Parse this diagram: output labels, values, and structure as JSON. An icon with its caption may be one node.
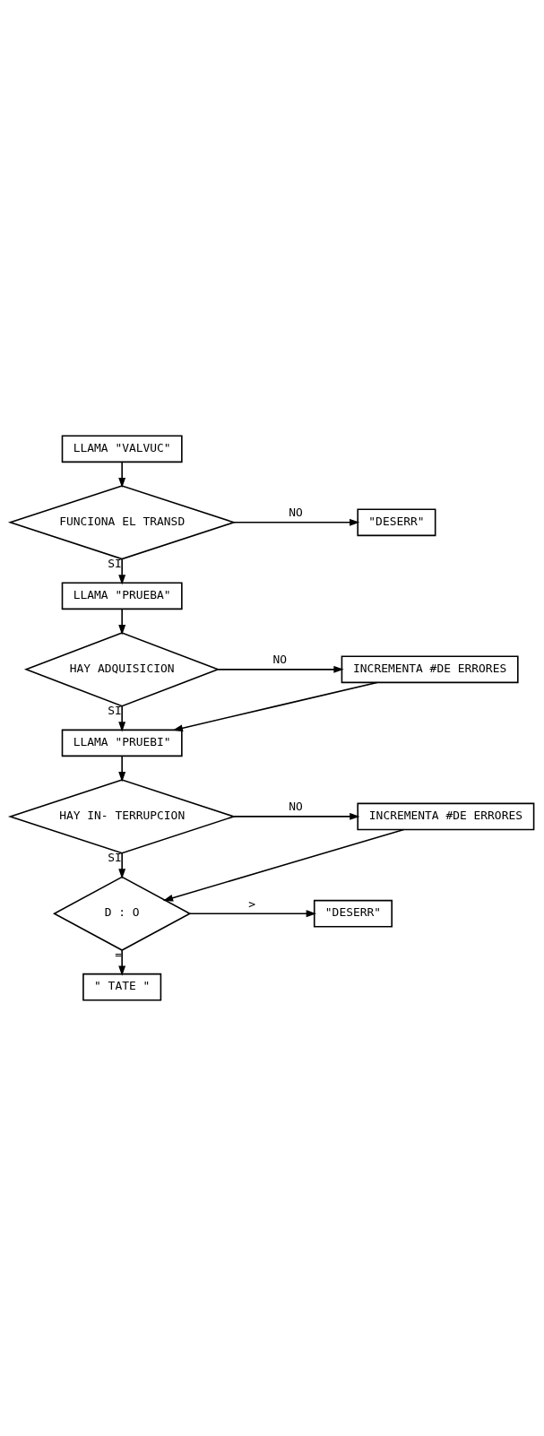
{
  "diagram": {
    "nodes": [
      {
        "text": [
          "LLAMA \"VALVUC\""
        ]
      },
      {
        "text": [
          "FUNCIONA EL TRANSD"
        ]
      },
      {
        "text": [
          "\"DESERR\""
        ]
      },
      {
        "text": [
          "LLAMA \"PRUEBA\""
        ]
      },
      {
        "text": [
          "HAY ADQUISICION"
        ]
      },
      {
        "text": [
          "INCREMENTA #DE ERRORES"
        ]
      },
      {
        "text": [
          "LLAMA \"PRUEBI\""
        ]
      },
      {
        "text": [
          "HAY IN- TERRUPCION"
        ]
      },
      {
        "text": [
          "INCREMENTA #DE ERRORES"
        ]
      },
      {
        "text": [
          "D : O"
        ]
      },
      {
        "text": [
          "\"DESERR\""
        ]
      },
      {
        "text": [
          "\" TATE \""
        ]
      }
    ],
    "edges": [
      {
        "from": 0,
        "to": 1,
        "arrow": "to"
      },
      {
        "from": 1,
        "to": 2,
        "arrow": "to",
        "label": "NO"
      },
      {
        "from": 1,
        "to": 3,
        "arrow": "to",
        "label": "SI"
      },
      {
        "from": 3,
        "to": 4,
        "arrow": "to"
      },
      {
        "from": 4,
        "to": 5,
        "arrow": "to",
        "label": "NO"
      },
      {
        "from": 4,
        "to": 6,
        "arrow": "to",
        "label": "SI"
      },
      {
        "from": 5,
        "to": 6,
        "arrow": "to"
      },
      {
        "from": 6,
        "to": 7,
        "arrow": "to"
      },
      {
        "from": 7,
        "to": 8,
        "arrow": "to",
        "label": "NO"
      },
      {
        "from": 7,
        "to": 9,
        "arrow": "to",
        "label": "SI"
      },
      {
        "from": 8,
        "to": 9,
        "arrow": "to"
      },
      {
        "from": 9,
        "to": 10,
        "arrow": "to",
        "label": ">"
      },
      {
        "from": 9,
        "to": 11,
        "arrow": "to",
        "label": "="
      }
    ]
  }
}
